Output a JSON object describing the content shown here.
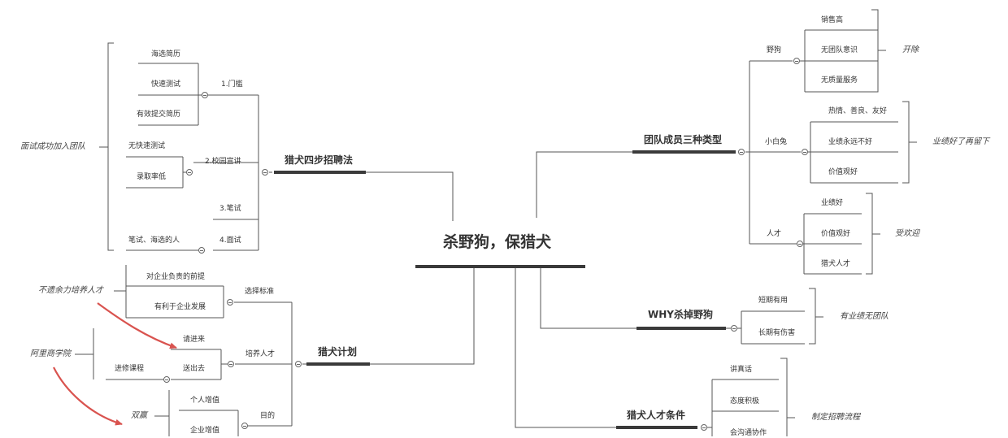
{
  "center": {
    "title": "杀野狗，保猎犬"
  },
  "recruit": {
    "title": "猎犬四步招聘法",
    "step1": {
      "label": "1.门槛",
      "items": [
        "海选简历",
        "快速测试",
        "有效提交简历"
      ]
    },
    "step2": {
      "label": "2.校园宣讲",
      "items": [
        "无快速测试",
        "录取率低"
      ]
    },
    "step3": {
      "label": "3.笔试"
    },
    "step4": {
      "label": "4.面试",
      "items": [
        "笔试、海选的人"
      ]
    },
    "note": "面试成功加入团队"
  },
  "plan": {
    "title": "猎犬计划",
    "criteria": {
      "label": "选择标准",
      "items": [
        "对企业负责的前提",
        "有利于企业发展"
      ]
    },
    "train": {
      "label": "培养人才",
      "items": [
        "请进来",
        "送出去"
      ],
      "sub_label": "进修课程"
    },
    "goal": {
      "label": "目的",
      "items": [
        "个人增值",
        "企业增值"
      ]
    },
    "notes": [
      "不遗余力培养人才",
      "阿里商学院",
      "双赢"
    ]
  },
  "types": {
    "title": "团队成员三种类型",
    "wild": {
      "label": "野狗",
      "items": [
        "销售高",
        "无团队意识",
        "无质量服务"
      ],
      "note": "开除"
    },
    "rabbit": {
      "label": "小白兔",
      "items": [
        "热情、善良、友好",
        "业绩永远不好",
        "价值观好"
      ],
      "note": "业绩好了再留下"
    },
    "talent": {
      "label": "人才",
      "items": [
        "业绩好",
        "价值观好",
        "猎犬人才"
      ],
      "note": "受欢迎"
    }
  },
  "why": {
    "title": "WHY杀掉野狗",
    "items": [
      "短期有用",
      "长期有伤害"
    ],
    "note": "有业绩无团队"
  },
  "cond": {
    "title": "猎犬人才条件",
    "items": [
      "讲真话",
      "态度积极",
      "会沟通协作"
    ],
    "note": "制定招聘流程"
  },
  "colors": {
    "line": "#555555",
    "thick": "#3a3a3a",
    "arrow": "#d9534f"
  }
}
